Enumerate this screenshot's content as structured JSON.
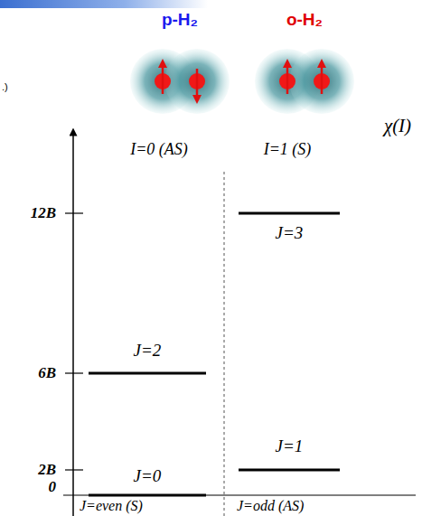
{
  "diagram": {
    "labels": [
      ".)",
      "p-H₂",
      "o-H₂",
      "χ(I)",
      "I=0 (AS)",
      "I=1 (S)",
      "12B",
      "J=3",
      "J=2",
      "6B",
      "J=1",
      "2B",
      "J=0",
      "0",
      "J=even (S)",
      "J=odd (AS)"
    ]
  }
}
